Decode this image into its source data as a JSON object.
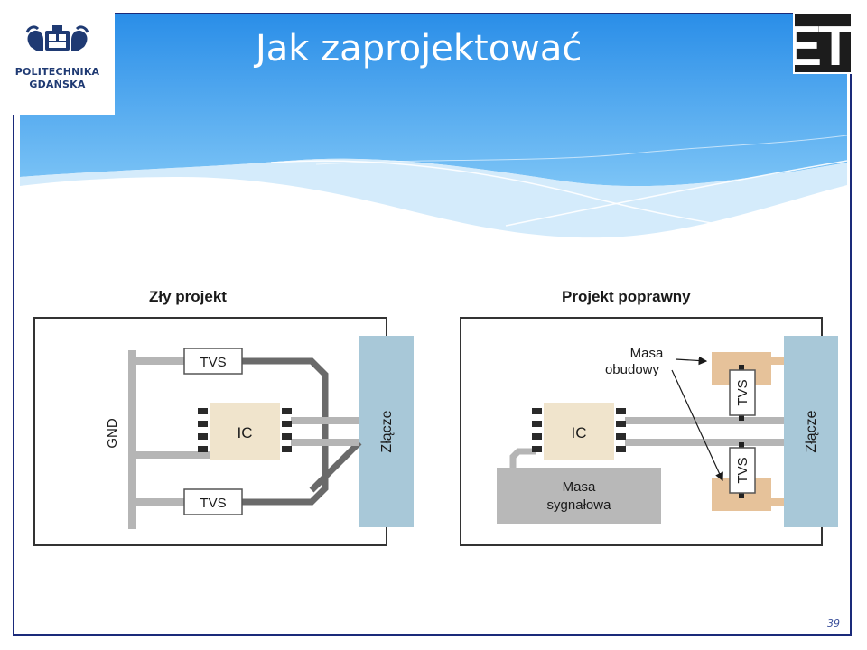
{
  "slide": {
    "title": "Jak zaprojektować",
    "page_number": "39",
    "logo_left": {
      "line1": "POLITECHNIKA",
      "line2": "GDAŃSKA"
    },
    "logo_right": {
      "text": "ETI"
    }
  },
  "diagram": {
    "left": {
      "heading": "Zły projekt",
      "gnd_label": "GND",
      "tvs_top": "TVS",
      "tvs_bottom": "TVS",
      "ic_label": "IC",
      "connector_label": "Złącze"
    },
    "right": {
      "heading": "Projekt poprawny",
      "chassis_label_line1": "Masa",
      "chassis_label_line2": "obudowy",
      "ic_label": "IC",
      "signal_ground_line1": "Masa",
      "signal_ground_line2": "sygnałowa",
      "tvs_top": "TVS",
      "tvs_bottom": "TVS",
      "connector_label": "Złącze"
    }
  },
  "colors": {
    "header_top": "#2a8ee8",
    "header_bottom": "#7cc4f6",
    "frame": "#1a2a7a",
    "connector": "#a8c8d8",
    "ic_body": "#f0e4cc",
    "chassis_pad": "#e6c29a",
    "signal_ground": "#b8b8b8",
    "trace": "#b5b5b5",
    "dark_trace": "#6a6a6a"
  }
}
